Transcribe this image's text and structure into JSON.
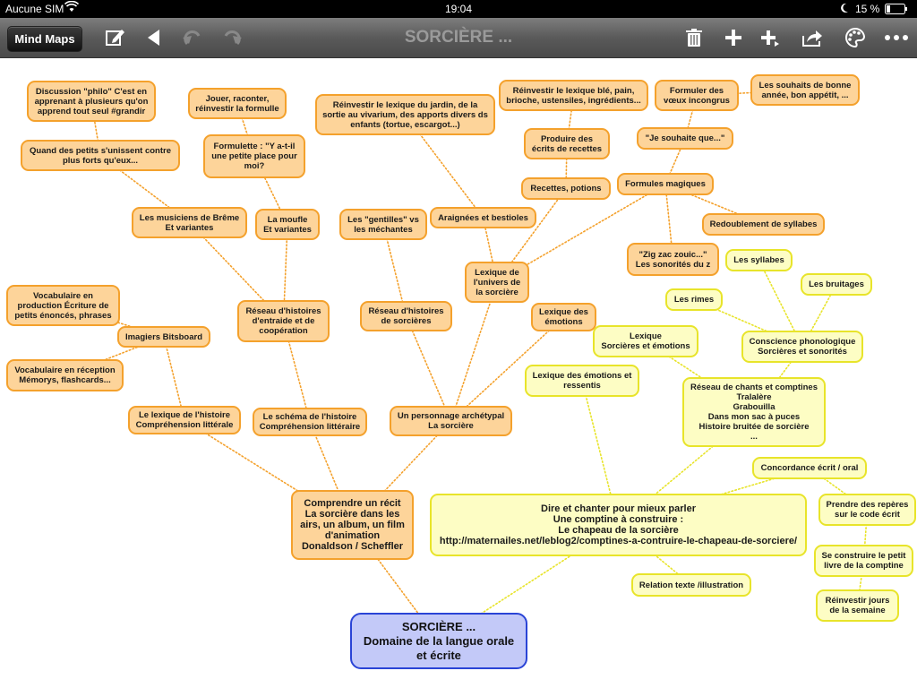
{
  "status_bar": {
    "carrier": "Aucune SIM",
    "time": "19:04",
    "battery": "15 %"
  },
  "toolbar": {
    "back_label": "Mind Maps",
    "title": "SORCIÈRE ...",
    "icons": [
      "edit-icon",
      "back-arrow-icon",
      "undo-icon",
      "redo-icon",
      "trash-icon",
      "add-child-icon",
      "add-sibling-icon",
      "share-icon",
      "palette-icon",
      "more-icon"
    ]
  },
  "colors": {
    "orange_fill": "#fdd49a",
    "orange_border": "#f4a12c",
    "yellow_fill": "#fdfdc4",
    "yellow_border": "#e8e42a",
    "root_fill": "#c3c9f8",
    "root_border": "#2a44d6"
  },
  "nodes": [
    {
      "id": "root",
      "text": "SORCIÈRE ...\nDomaine de la langue orale\net écrite"
    },
    {
      "id": "comprendre",
      "text": "Comprendre un récit\nLa sorcière dans les\nairs, un album, un film\nd'animation\nDonaldson / Scheffler"
    },
    {
      "id": "lexique_histoire",
      "text": "Le lexique de l'histoire\nCompréhension littérale"
    },
    {
      "id": "schema",
      "text": "Le schéma de l'histoire\nCompréhension littéraire"
    },
    {
      "id": "personnage",
      "text": "Un personnage archétypal\nLa sorcière"
    },
    {
      "id": "reseau_entraide",
      "text": "Réseau d'histoires\nd'entraide et de\ncoopération"
    },
    {
      "id": "reseau_sorcieres",
      "text": "Réseau d'histoires\nde sorcières"
    },
    {
      "id": "lexique_univers",
      "text": "Lexique de\nl'univers de\nla sorcière"
    },
    {
      "id": "lexique_emotions",
      "text": "Lexique des\némotions"
    },
    {
      "id": "musiciens",
      "text": "Les musiciens de Brême\nEt variantes"
    },
    {
      "id": "moufle",
      "text": "La moufle\nEt variantes"
    },
    {
      "id": "gentilles",
      "text": "Les \"gentilles\" vs\nles méchantes"
    },
    {
      "id": "araignees",
      "text": "Araignées et bestioles"
    },
    {
      "id": "recettes",
      "text": "Recettes, potions"
    },
    {
      "id": "formules",
      "text": "Formules magiques"
    },
    {
      "id": "discussion",
      "text": "Discussion \"philo\" C'est en\napprenant à plusieurs qu'on\napprend tout seul #grandir"
    },
    {
      "id": "petits",
      "text": "Quand des petits s'unissent contre\nplus forts qu'eux..."
    },
    {
      "id": "jouer",
      "text": "Jouer, raconter,\nréinvestir la formulle"
    },
    {
      "id": "formulette",
      "text": "Formulette : \"Y a-t-il\nune petite place pour\nmoi?"
    },
    {
      "id": "jardin",
      "text": "Réinvestir le lexique du jardin, de la\nsortie au vivarium, des apports divers ds\nenfants (tortue, escargot...)"
    },
    {
      "id": "ble",
      "text": "Réinvestir le lexique blé, pain,\nbrioche, ustensiles, ingrédients..."
    },
    {
      "id": "produire",
      "text": "Produire des\nécrits de recettes"
    },
    {
      "id": "voeux",
      "text": "Formuler des\nvœux incongrus"
    },
    {
      "id": "souhaits",
      "text": "Les souhaits de bonne\nannée, bon appétit, ..."
    },
    {
      "id": "je_souhaite",
      "text": "\"Je souhaite que...\""
    },
    {
      "id": "redoublement",
      "text": "Redoublement de syllabes"
    },
    {
      "id": "zigzac",
      "text": "\"Zig zac zouic...\"\nLes sonorités du z"
    },
    {
      "id": "vocab_prod",
      "text": "Vocabulaire en\nproduction Écriture de\npetits énoncés, phrases"
    },
    {
      "id": "imagiers",
      "text": "Imagiers Bitsboard"
    },
    {
      "id": "vocab_recep",
      "text": "Vocabulaire en réception\nMémorys, flashcards..."
    },
    {
      "id": "dire",
      "text": "Dire et chanter pour mieux parler\nUne comptine à construire :\nLe chapeau de la sorcière\nhttp://maternailes.net/leblog2/comptines-a-contruire-le-chapeau-de-sorciere/"
    },
    {
      "id": "lex_sorc_emo",
      "text": "Lexique\nSorcières et émotions"
    },
    {
      "id": "lex_emo_ressentis",
      "text": "Lexique des émotions et\nressentis"
    },
    {
      "id": "reseau_chants",
      "text": "Réseau de chants et comptines\nTralalère\nGrabouilla\nDans mon sac à puces\nHistoire bruitée de sorcière\n..."
    },
    {
      "id": "conscience",
      "text": "Conscience phonologique\nSorcières et sonorités"
    },
    {
      "id": "syllabes",
      "text": "Les syllabes"
    },
    {
      "id": "bruitages",
      "text": "Les bruitages"
    },
    {
      "id": "rimes",
      "text": "Les rimes"
    },
    {
      "id": "concordance",
      "text": "Concordance écrit / oral"
    },
    {
      "id": "reperes",
      "text": "Prendre des repères\nsur le code écrit"
    },
    {
      "id": "petit_livre",
      "text": "Se construire le petit\nlivre de la comptine"
    },
    {
      "id": "jours",
      "text": "Réinvestir jours\nde la semaine"
    },
    {
      "id": "relation",
      "text": "Relation texte /illustration"
    }
  ],
  "links": [
    [
      "root",
      "comprendre"
    ],
    [
      "root",
      "dire"
    ],
    [
      "comprendre",
      "lexique_histoire"
    ],
    [
      "comprendre",
      "schema"
    ],
    [
      "comprendre",
      "personnage"
    ],
    [
      "lexique_histoire",
      "imagiers"
    ],
    [
      "imagiers",
      "vocab_prod"
    ],
    [
      "imagiers",
      "vocab_recep"
    ],
    [
      "schema",
      "reseau_entraide"
    ],
    [
      "reseau_entraide",
      "musiciens"
    ],
    [
      "reseau_entraide",
      "moufle"
    ],
    [
      "musiciens",
      "petits"
    ],
    [
      "petits",
      "discussion"
    ],
    [
      "moufle",
      "formulette"
    ],
    [
      "formulette",
      "jouer"
    ],
    [
      "personnage",
      "reseau_sorcieres"
    ],
    [
      "personnage",
      "lexique_univers"
    ],
    [
      "personnage",
      "lexique_emotions"
    ],
    [
      "reseau_sorcieres",
      "gentilles"
    ],
    [
      "lexique_univers",
      "araignees"
    ],
    [
      "lexique_univers",
      "recettes"
    ],
    [
      "lexique_univers",
      "formules"
    ],
    [
      "araignees",
      "jardin"
    ],
    [
      "recettes",
      "produire"
    ],
    [
      "produire",
      "ble"
    ],
    [
      "formules",
      "je_souhaite"
    ],
    [
      "je_souhaite",
      "voeux"
    ],
    [
      "voeux",
      "souhaits"
    ],
    [
      "formules",
      "redoublement"
    ],
    [
      "formules",
      "zigzac"
    ],
    [
      "dire",
      "lex_emo_ressentis"
    ],
    [
      "dire",
      "reseau_chants"
    ],
    [
      "dire",
      "concordance"
    ],
    [
      "dire",
      "relation"
    ],
    [
      "reseau_chants",
      "conscience"
    ],
    [
      "reseau_chants",
      "lex_sorc_emo"
    ],
    [
      "conscience",
      "syllabes"
    ],
    [
      "conscience",
      "bruitages"
    ],
    [
      "conscience",
      "rimes"
    ],
    [
      "concordance",
      "reperes"
    ],
    [
      "reperes",
      "petit_livre"
    ],
    [
      "petit_livre",
      "jours"
    ]
  ]
}
